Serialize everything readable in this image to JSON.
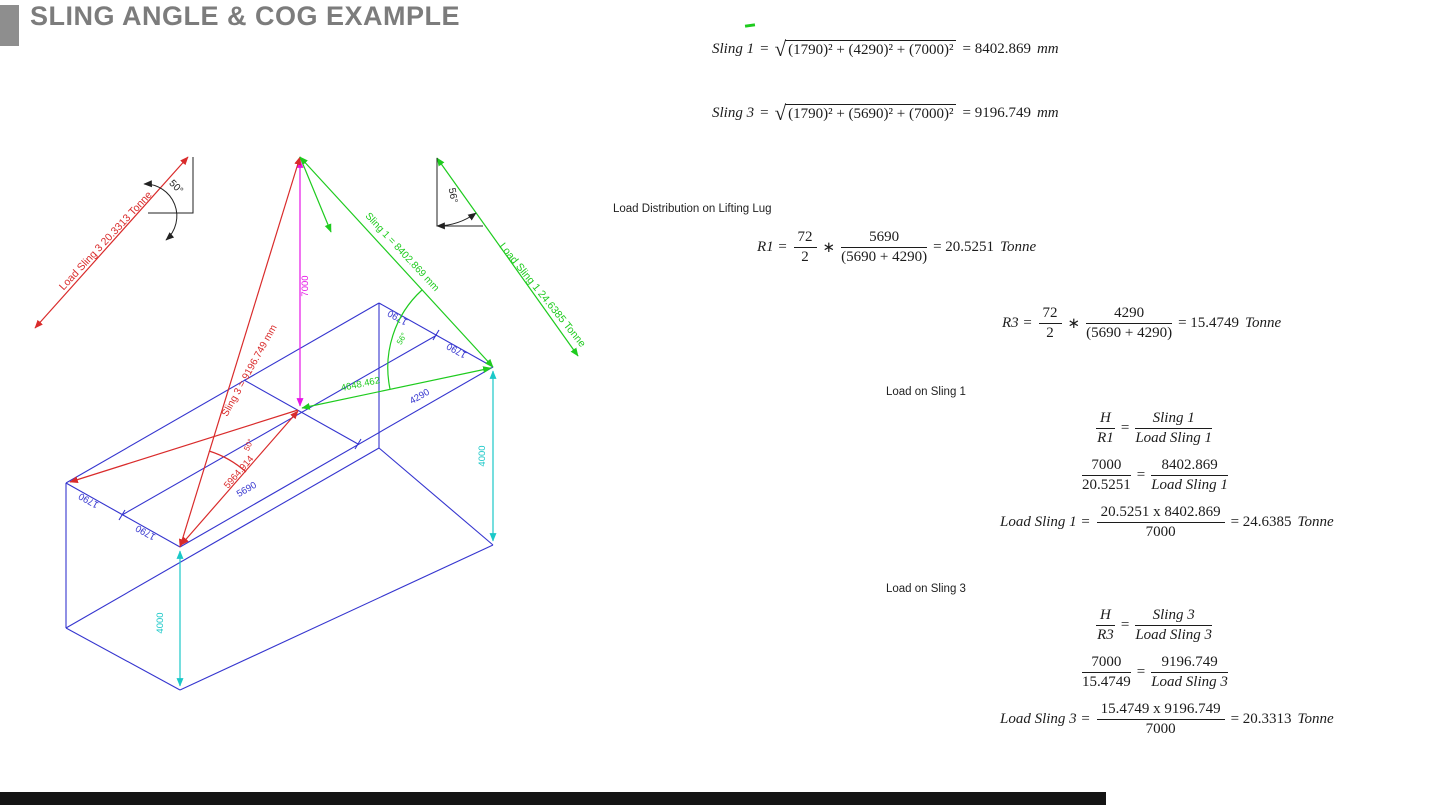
{
  "title": "SLING ANGLE & COG EXAMPLE",
  "diagram": {
    "apex_detail_left": {
      "angle_label": "50°",
      "line_label": "Load Sling 3 20.3313 Tonne"
    },
    "apex_detail_right": {
      "angle_label": "56°",
      "line_label": "Load Sling 1 24.6385 Tonne"
    },
    "sling3_line_label": "Sling 3 = 9196.749 mm",
    "sling1_line_label": "Sling 1 = 8402.869 mm",
    "hook_height_label": "7000",
    "plan_diag3_label": "5964.914",
    "plan_diag1_label": "4648.462",
    "lug3_angle_label": "50°",
    "lug1_angle_label": "56°",
    "box_height_left_label": "4000",
    "box_height_right_label": "4000",
    "dim_width_a": "1790",
    "dim_width_b": "1790",
    "dim_width_c": "1790",
    "dim_width_d": "1790",
    "dim_length_long": "5690",
    "dim_length_short": "4290"
  },
  "formulas": {
    "sling1": {
      "label": "Sling 1",
      "eq": "=",
      "radicand": "(1790)² + (4290)² + (7000)²",
      "result": "= 8402.869",
      "unit": "mm"
    },
    "sling3": {
      "label": "Sling 3",
      "eq": "=",
      "radicand": "(1790)² + (5690)² + (7000)²",
      "result": "= 9196.749",
      "unit": "mm"
    },
    "load_dist_heading": "Load Distribution on Lifting Lug",
    "r1": {
      "label": "R1 =",
      "num1": "72",
      "den1": "2",
      "op": "∗",
      "num2": "5690",
      "den2": "(5690 + 4290)",
      "result": "= 20.5251",
      "unit": "Tonne"
    },
    "r3": {
      "label": "R3 =",
      "num1": "72",
      "den1": "2",
      "op": "∗",
      "num2": "4290",
      "den2": "(5690 + 4290)",
      "result": "= 15.4749",
      "unit": "Tonne"
    },
    "sling1_heading": "Load on Sling 1",
    "ls1_ratio": {
      "num1": "H",
      "den1": "R1",
      "eq": "=",
      "num2": "Sling 1",
      "den2": "Load  Sling 1"
    },
    "ls1_values": {
      "num1": "7000",
      "den1": "20.5251",
      "eq": "=",
      "num2": "8402.869",
      "den2": "Load  Sling 1"
    },
    "ls1_result": {
      "label": "Load  Sling 1 =",
      "num": "20.5251 x 8402.869",
      "den": "7000",
      "result": "=  24.6385",
      "unit": "Tonne"
    },
    "sling3_heading": "Load on Sling 3",
    "ls3_ratio": {
      "num1": "H",
      "den1": "R3",
      "eq": "=",
      "num2": "Sling 3",
      "den2": "Load  Sling 3"
    },
    "ls3_values": {
      "num1": "7000",
      "den1": "15.4749",
      "eq": "=",
      "num2": "9196.749",
      "den2": "Load  Sling 3"
    },
    "ls3_result": {
      "label": "Load  Sling 3 =",
      "num": "15.4749 x 9196.749",
      "den": "7000",
      "result": "=  20.3313",
      "unit": "Tonne"
    }
  },
  "colors": {
    "red": "#d92b2b",
    "green": "#1ecb1e",
    "blue": "#3535cf",
    "cyan": "#1ac8c8",
    "magenta": "#e516e5",
    "title_gray": "#7c7c7c",
    "footer": "#141414"
  }
}
